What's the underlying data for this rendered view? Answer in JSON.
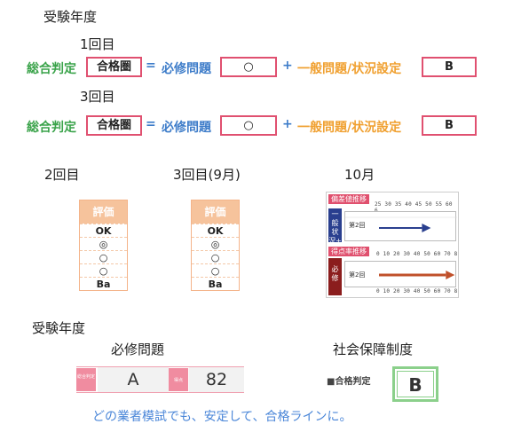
{
  "top": {
    "exam_year_label": "受験年度",
    "round1_label": "1回目",
    "round3_label": "3回目",
    "formula": {
      "total_label": "総合判定",
      "total_value": "合格圏",
      "equals": "=",
      "required_label": "必修問題",
      "required_value": "○",
      "plus": "+",
      "general_label": "一般問題/状況設定",
      "general_value": "B"
    }
  },
  "mid": {
    "round2_label": "2回目",
    "round3_sep_label": "3回目(9月)",
    "oct_label": "10月",
    "eval_header": "評価",
    "eval_rows": [
      "OK",
      "◎",
      "○",
      "○",
      "Ba"
    ],
    "chart": {
      "deviation_title": "偏差値推移",
      "score_rate_title": "得点率推移",
      "general_side": "一般状況+",
      "required_side": "必修",
      "round_label": "第2回",
      "scale_top": "25 30 35 40 45 50 55 60 6",
      "scale_bottom": "0 10 20 30 40 50 60 70 8",
      "deviation_value": 53,
      "score_rate_value": 78
    }
  },
  "bottom": {
    "exam_year_label": "受験年度",
    "required_title": "必修問題",
    "social_title": "社会保障制度",
    "grade_small_label": "総合判定",
    "grade_value": "A",
    "score_small_label": "得点",
    "score_value": "82",
    "pass_label": "■合格判定",
    "pass_value": "B",
    "tagline": "どの業者模試でも、安定して、合格ラインに。"
  },
  "colors": {
    "green": "#3aa34a",
    "blue": "#3d7cc9",
    "orange": "#f0a030",
    "pink": "#e05070",
    "navy": "#2a3f8f"
  }
}
